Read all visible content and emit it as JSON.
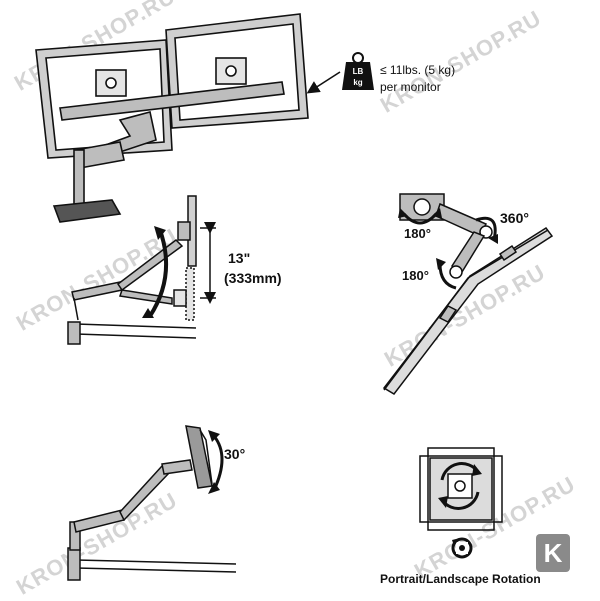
{
  "weight": {
    "icon_top": "LB",
    "icon_bottom": "kg",
    "line1": "≤ 11lbs. (5 kg)",
    "line2": "per monitor"
  },
  "height_adjust": {
    "line1": "13\"",
    "line2": "(333mm)"
  },
  "rotation_degrees": {
    "pan": "180°",
    "swivel": "360°",
    "tilt_pan": "180°",
    "tilt": "30°"
  },
  "portrait_landscape": "Portrait/Landscape Rotation",
  "watermark": "KRON-SHOP.RU",
  "badge_letter": "K",
  "colors": {
    "line": "#111111",
    "fill_gray": "#bdbdbd",
    "watermark": "#d4d4d4"
  }
}
